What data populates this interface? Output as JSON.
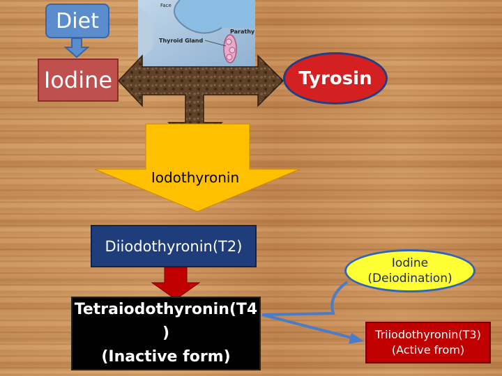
{
  "nodes": {
    "diet": "Diet",
    "iodine": "Iodine",
    "tyrosin": "Tyrosin",
    "iodothyronin": "Iodothyronin",
    "diiodothyronin": "Diiodothyronin(T2)",
    "tetraiodothyronin": {
      "line1": "Tetraiodothyronin(T4",
      "line2": ")",
      "line3": "(Inactive form)"
    },
    "deiodination": {
      "line1": "Iodine",
      "line2": "(Deiodination)"
    },
    "triiodothyronin": {
      "line1": "Triiodothyronin(T3)",
      "line2": "(Active from)"
    }
  },
  "image": {
    "labels": {
      "face": "Face",
      "parathy": "Parathy",
      "thyroid_gland": "Thyroid Gland"
    }
  },
  "colors": {
    "diet_fill": "#5b8ccc",
    "iodine_fill": "#c0504d",
    "tyrosin_fill": "#d42020",
    "arrow_yellow": "#ffc000",
    "arrow_red": "#c00000",
    "t2_fill": "#1f3d7a",
    "t4_fill": "#000000",
    "deiodination_fill": "#ffff33",
    "t3_fill": "#c00000",
    "connector_blue": "#4a7cc7"
  }
}
